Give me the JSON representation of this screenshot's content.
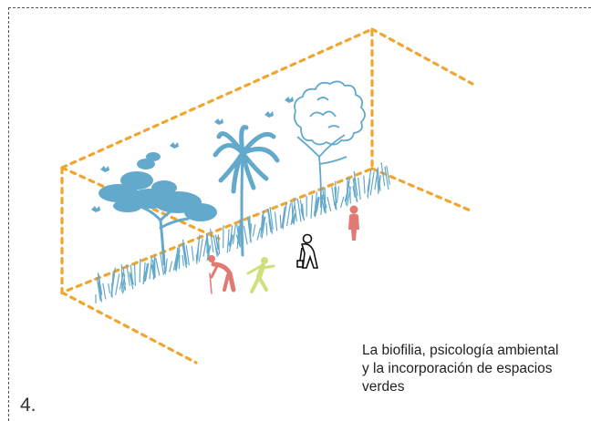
{
  "figure": {
    "number": "4.",
    "caption_lines": [
      "La biofilia, psicología ambiental",
      "y la incorporación de espacios",
      "verdes"
    ]
  },
  "colors": {
    "frame": "#555555",
    "box_edges": "#f0a531",
    "vegetation": "#63a9cb",
    "person_red": "#e07a72",
    "person_green": "#cfe07a",
    "person_outline": "#111111"
  },
  "icons": [
    "bird-icon",
    "palm-tree-icon",
    "canopy-tree-icon",
    "person-figures-icon"
  ]
}
